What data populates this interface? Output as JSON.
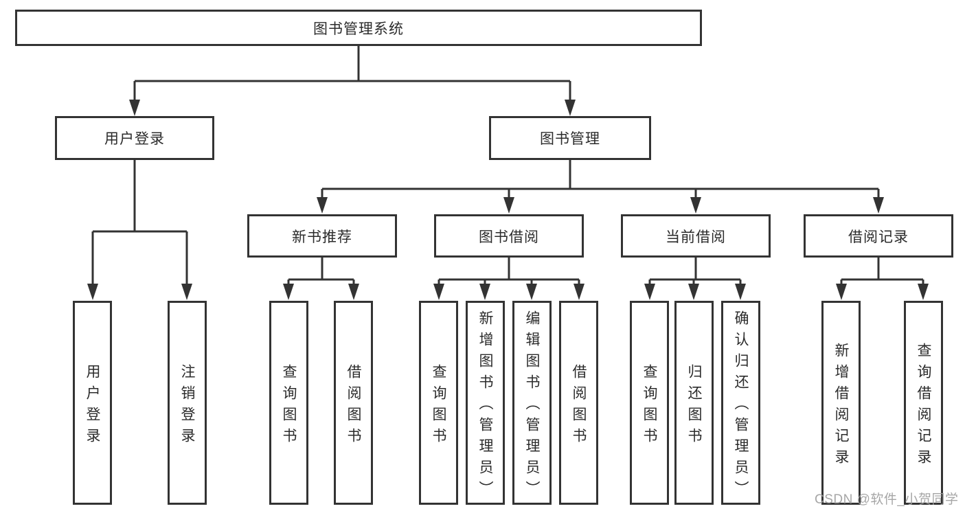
{
  "diagram": {
    "root": {
      "label": "图书管理系统"
    },
    "branches": [
      {
        "label": "用户登录",
        "children": [
          {
            "label": "用户登录"
          },
          {
            "label": "注销登录"
          }
        ]
      },
      {
        "label": "图书管理",
        "children": [
          {
            "label": "新书推荐",
            "children": [
              {
                "label": "查询图书"
              },
              {
                "label": "借阅图书"
              }
            ]
          },
          {
            "label": "图书借阅",
            "children": [
              {
                "label": "查询图书"
              },
              {
                "label": "新增图书（管理员）"
              },
              {
                "label": "编辑图书（管理员）"
              },
              {
                "label": "借阅图书"
              }
            ]
          },
          {
            "label": "当前借阅",
            "children": [
              {
                "label": "查询图书"
              },
              {
                "label": "归还图书"
              },
              {
                "label": "确认归还（管理员）"
              }
            ]
          },
          {
            "label": "借阅记录",
            "children": [
              {
                "label": "新增借阅记录"
              },
              {
                "label": "查询借阅记录"
              }
            ]
          }
        ]
      }
    ]
  },
  "watermark": {
    "text": "CSDN @软件_小贺同学"
  },
  "colors": {
    "line": "#333333",
    "box_border": "#333333",
    "box_background": "#ffffff",
    "text": "#2b2b2b",
    "watermark": "#9e9e9e",
    "canvas_background": "#ffffff"
  }
}
